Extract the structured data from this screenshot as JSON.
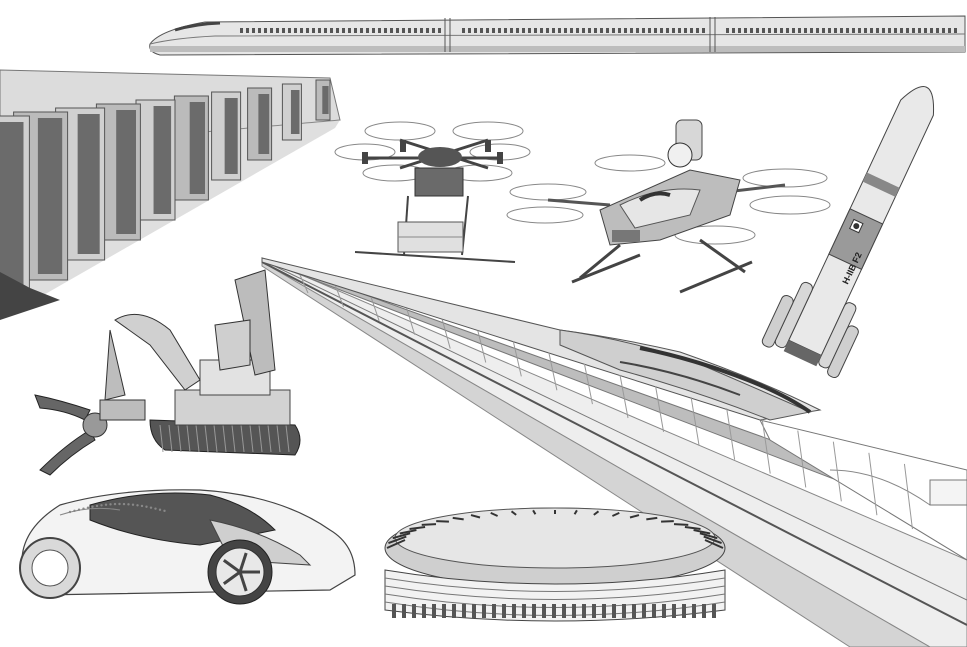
{
  "illustration": {
    "palette": {
      "background": "#ffffff",
      "dark": "#3c3c3c",
      "mid": "#8a8a8a",
      "light": "#cfcfcf",
      "pale": "#ececec"
    },
    "objects": [
      "bullet-train",
      "supercomputer",
      "cargo-drone",
      "flying-car",
      "h2-rocket",
      "maglev-train",
      "disaster-robot",
      "concept-car",
      "stadium"
    ],
    "rocket_text": "H-IIB F2"
  }
}
